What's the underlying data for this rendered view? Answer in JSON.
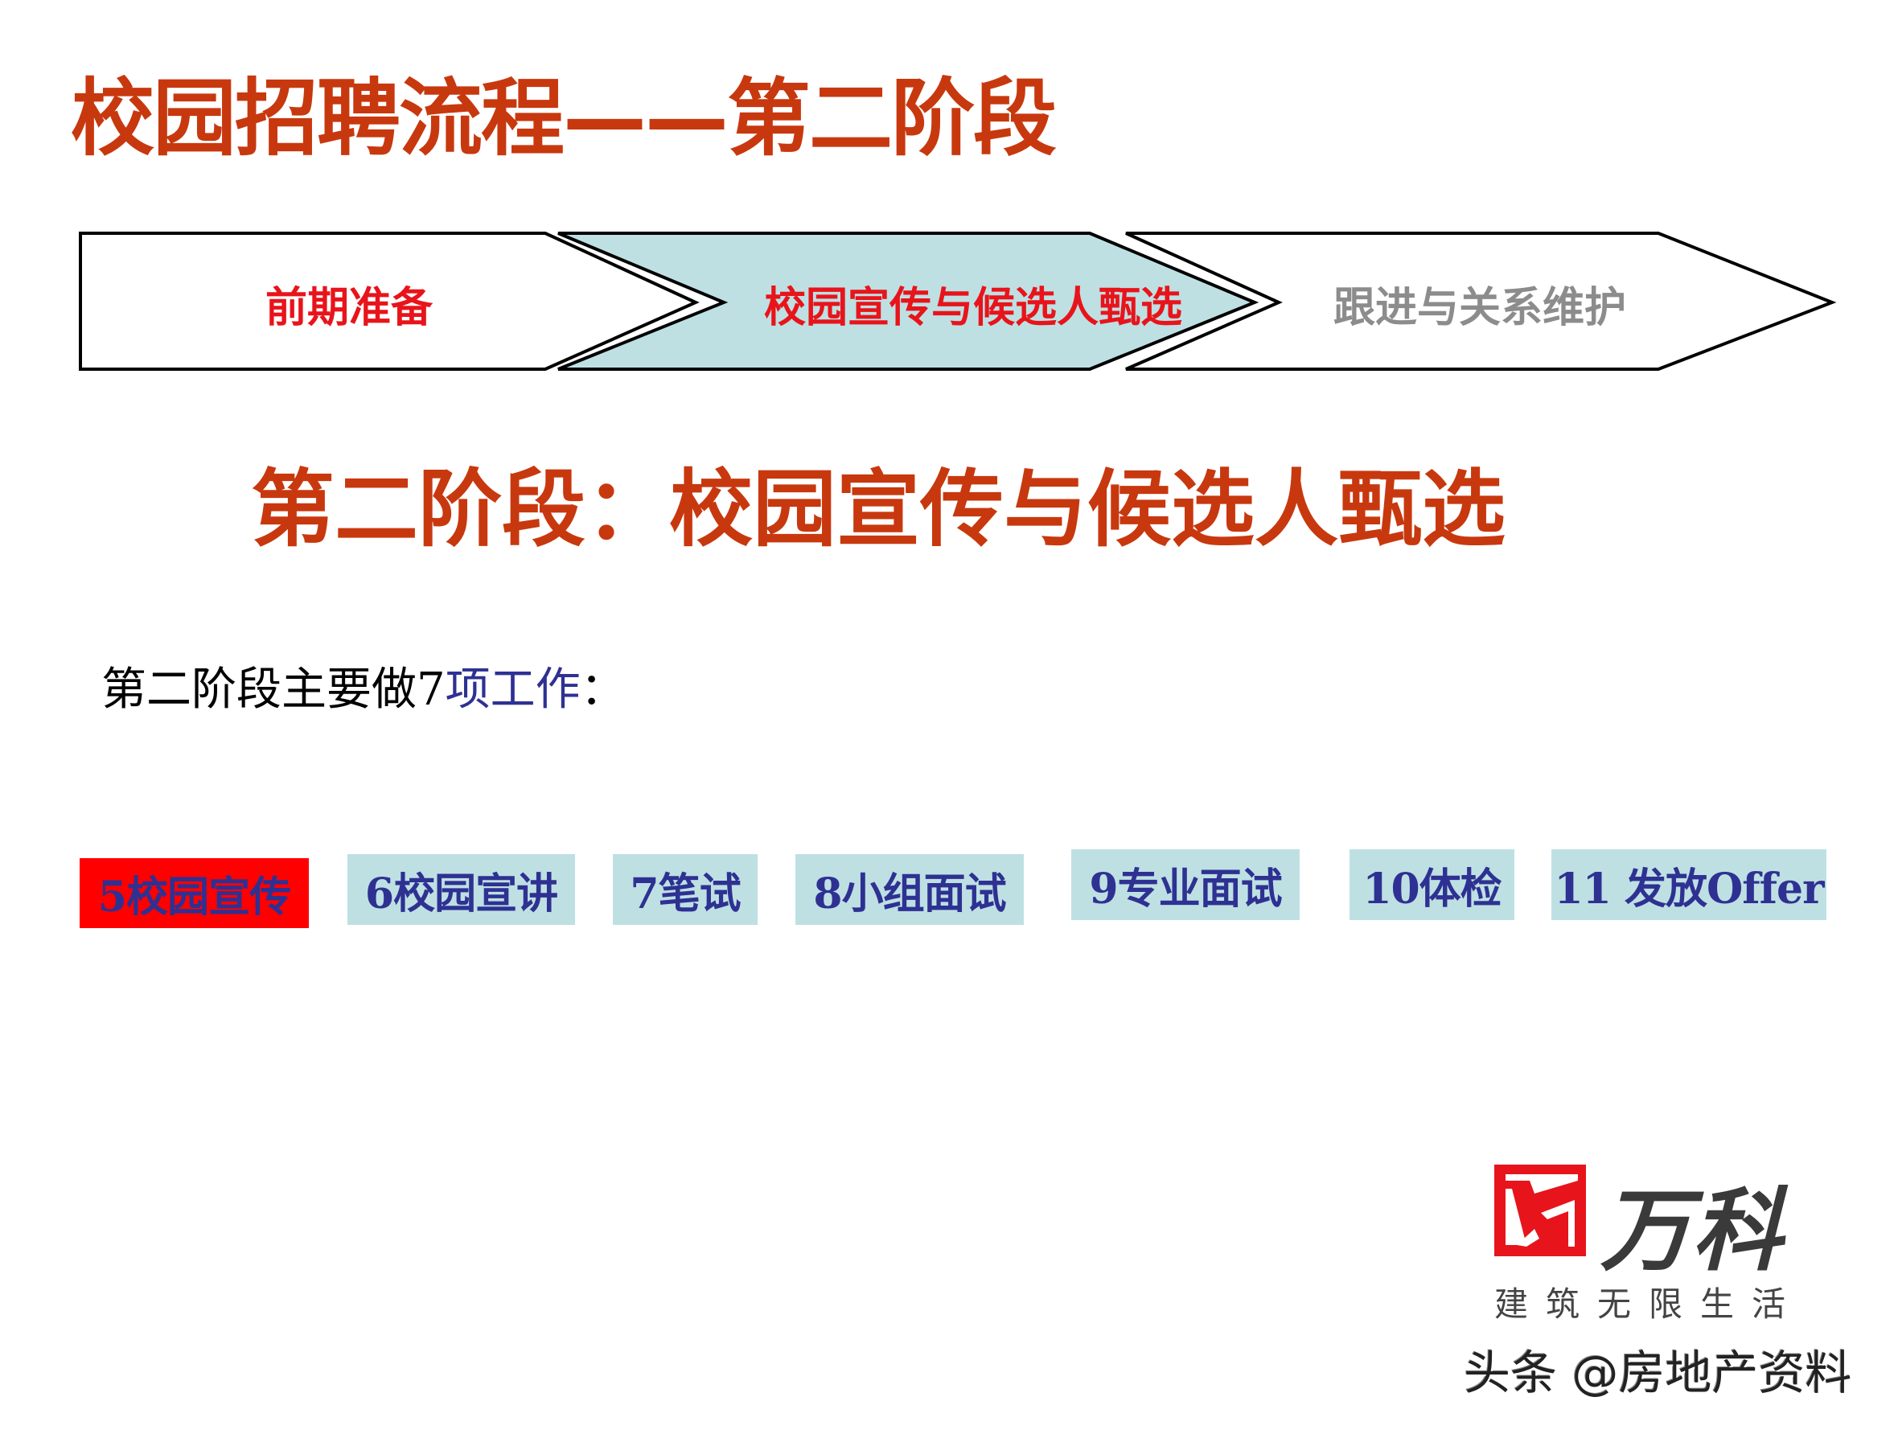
{
  "header": {
    "title": "校园招聘流程——第二阶段"
  },
  "process": {
    "steps": [
      {
        "label": "前期准备",
        "color": "#E8141B",
        "fill": "#FFFFFF",
        "active": false
      },
      {
        "label": "校园宣传与候选人甄选",
        "color": "#E8141B",
        "fill": "#BEE0E3",
        "active": true
      },
      {
        "label": "跟进与关系维护",
        "color": "#8C8C8C",
        "fill": "#FFFFFF",
        "active": false
      }
    ]
  },
  "section": {
    "subtitle": "第二阶段：校园宣传与候选人甄选",
    "intro_prefix": "第二阶段主要做7",
    "intro_highlight": "项工作",
    "intro_suffix": "："
  },
  "tasks": [
    {
      "label": "5校园宣传",
      "active": true
    },
    {
      "label": "6校园宣讲",
      "active": false
    },
    {
      "label": "7笔试",
      "active": false
    },
    {
      "label": "8小组面试",
      "active": false
    },
    {
      "label": "9专业面试",
      "active": false
    },
    {
      "label": "10体检",
      "active": false
    },
    {
      "label": "11 发放Offer",
      "active": false
    }
  ],
  "brand": {
    "name": "万科",
    "tagline": "建筑无限生活",
    "accent": "#E8141B"
  },
  "watermark": {
    "text": "头条 @房地产资料"
  },
  "colors": {
    "title": "#C8380E",
    "task_fill": "#BEE0E3",
    "task_text": "#2E3192",
    "task_active_fill": "#FF0000"
  }
}
